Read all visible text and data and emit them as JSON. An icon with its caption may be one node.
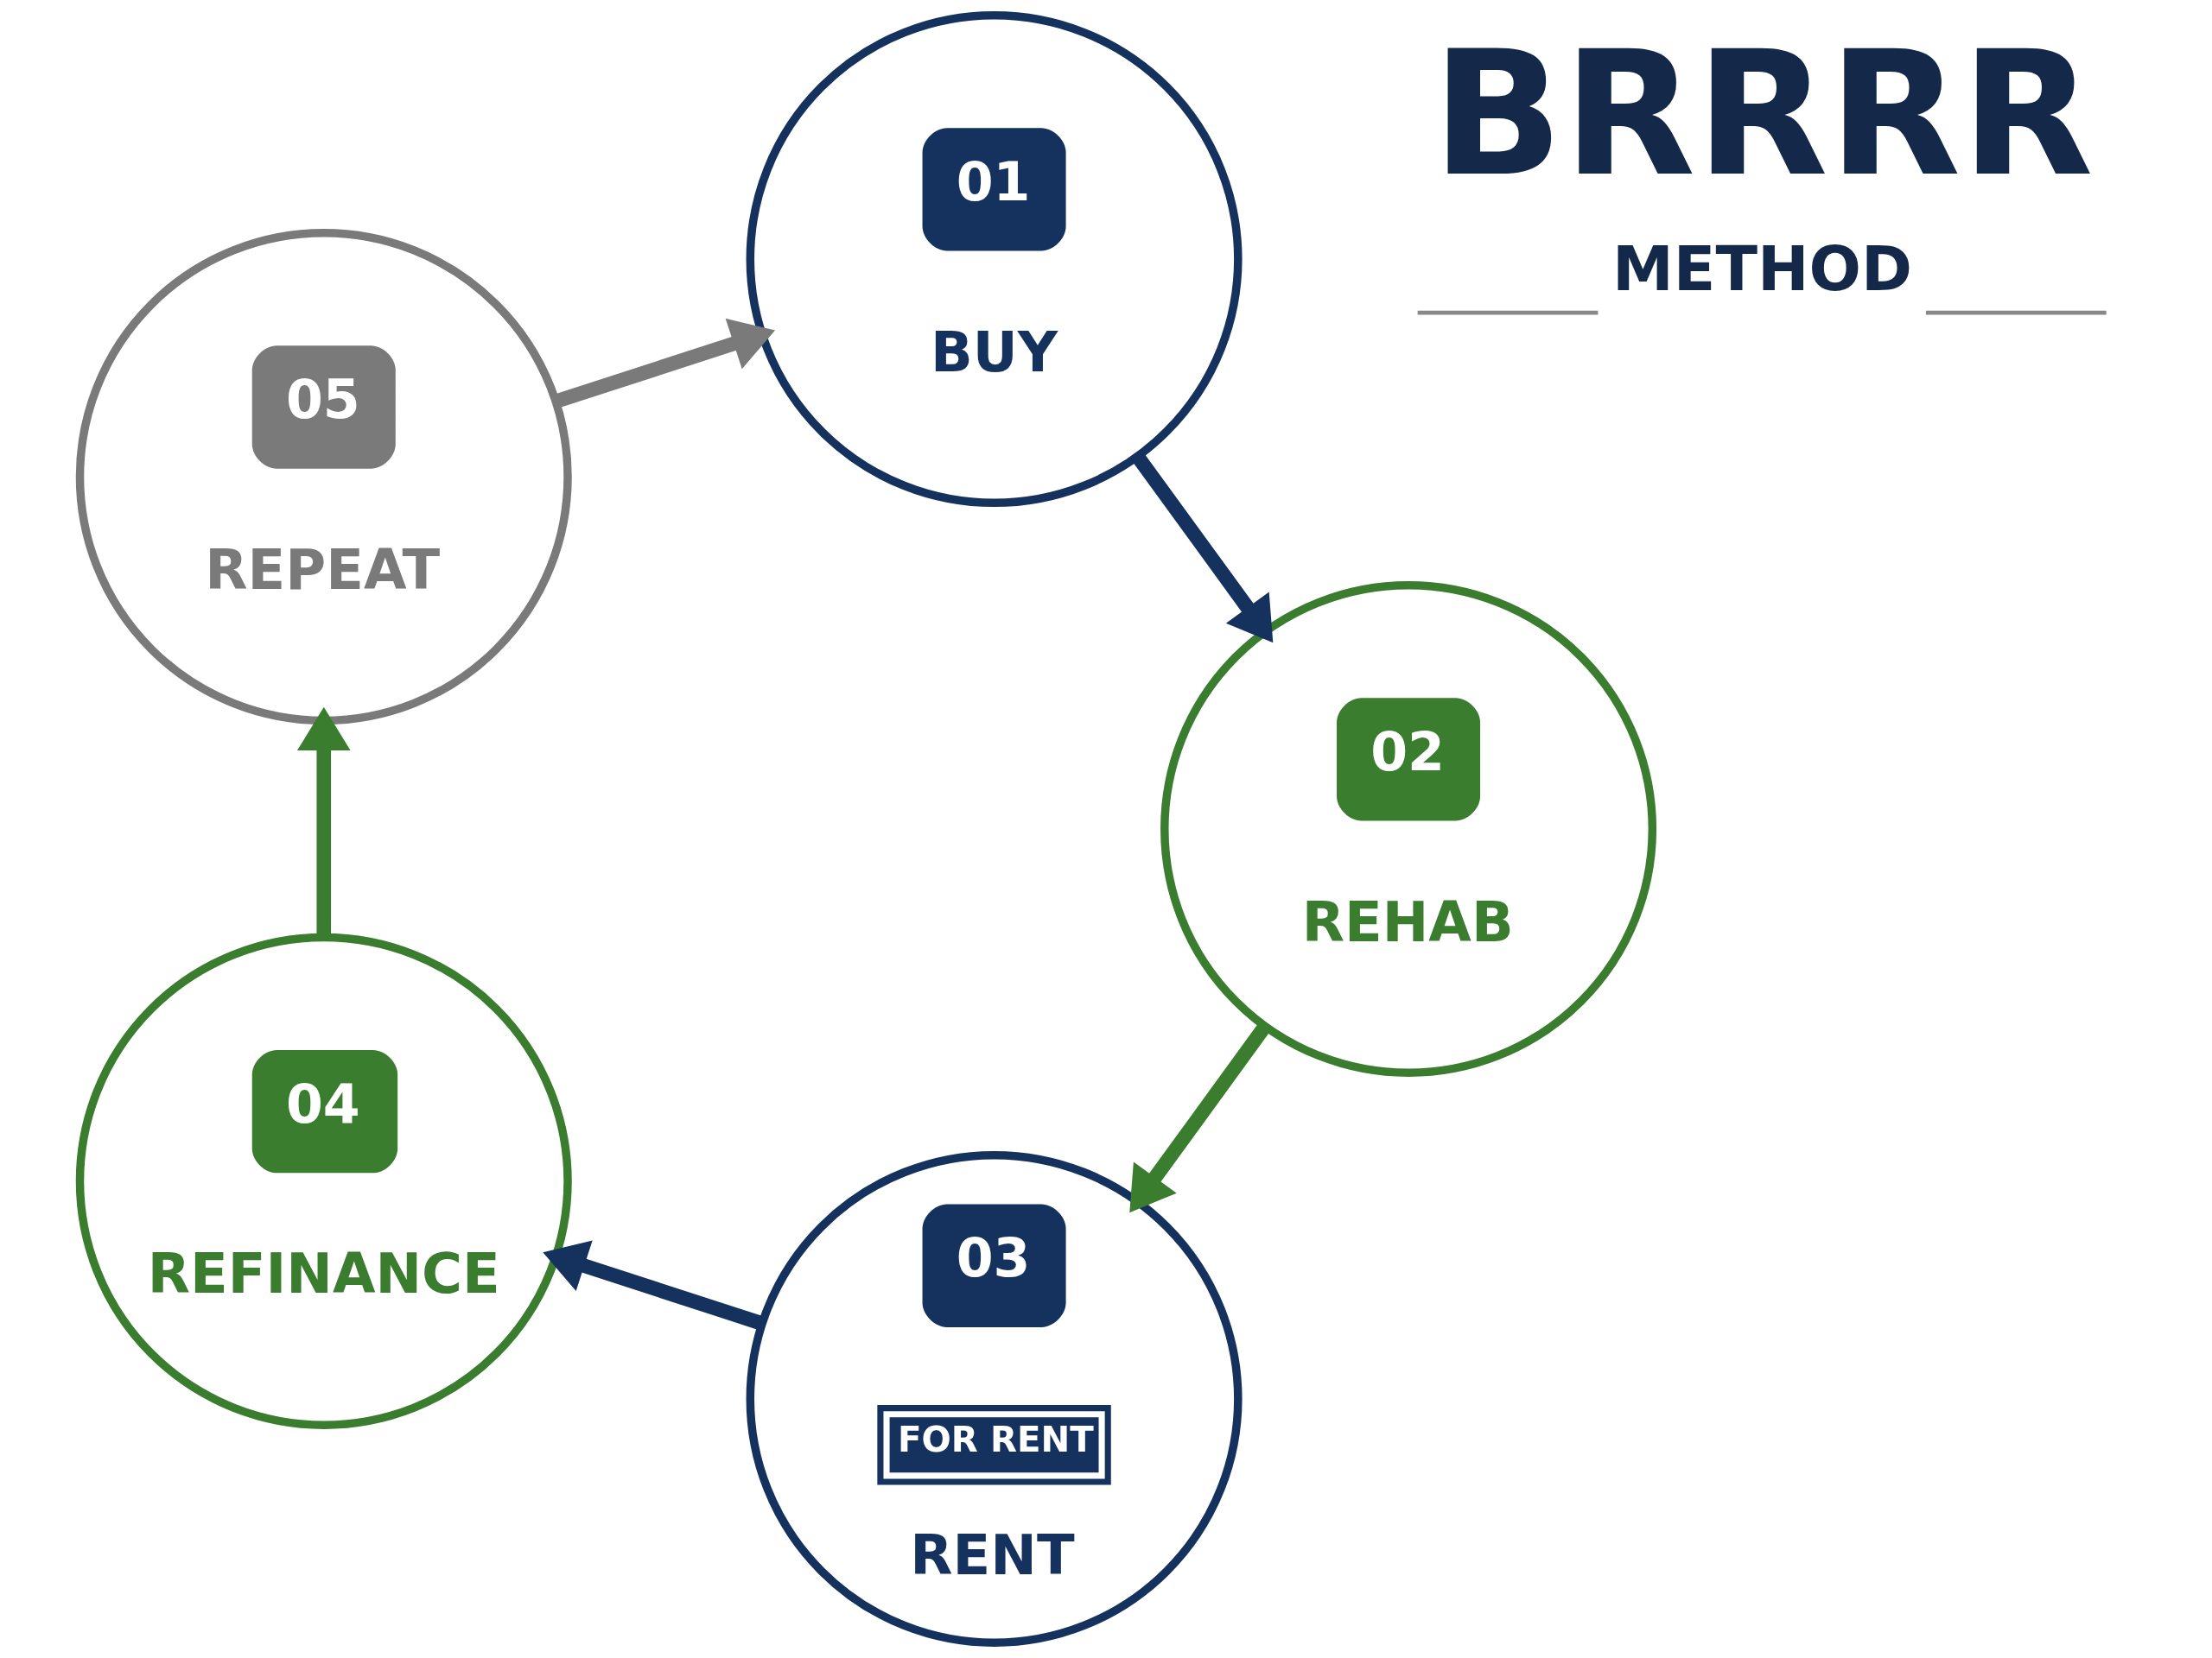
{
  "diagram": {
    "nodes": [
      {
        "text": [
          "01",
          "BUY"
        ]
      },
      {
        "text": [
          "02",
          "REHAB"
        ]
      },
      {
        "text": [
          "03",
          "FOR RENT",
          "RENT"
        ]
      },
      {
        "text": [
          "04",
          "REFINANCE"
        ]
      },
      {
        "text": [
          "05",
          "REPEAT"
        ]
      }
    ],
    "edges": [
      {
        "from": 0,
        "to": 1,
        "arrow": "to",
        "color": "#15325e"
      },
      {
        "from": 1,
        "to": 2,
        "arrow": "to",
        "color": "#3b7d2e"
      },
      {
        "from": 2,
        "to": 3,
        "arrow": "to",
        "color": "#15325e"
      },
      {
        "from": 3,
        "to": 4,
        "arrow": "to",
        "color": "#3b7d2e"
      },
      {
        "from": 4,
        "to": 0,
        "arrow": "to",
        "color": "#7a7a7a"
      }
    ],
    "labels": [
      "BRRRR",
      "METHOD"
    ]
  }
}
